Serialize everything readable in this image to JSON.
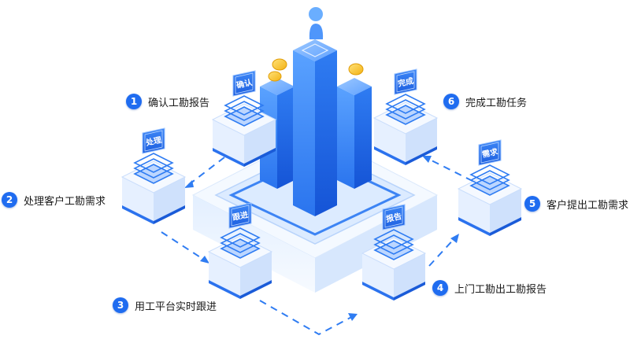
{
  "steps": [
    {
      "number": "1",
      "label": "确认工勘报告"
    },
    {
      "number": "2",
      "label": "处理客户工勘需求"
    },
    {
      "number": "3",
      "label": "用工平台实时跟进"
    },
    {
      "number": "4",
      "label": "上门工勘出工勘报告"
    },
    {
      "number": "5",
      "label": "客户提出工勘需求"
    },
    {
      "number": "6",
      "label": "完成工勘任务"
    }
  ],
  "cards": {
    "confirm": "确认",
    "process": "处理",
    "follow": "跟进",
    "report": "报告",
    "request": "需求",
    "complete": "完成"
  },
  "colors": {
    "primary": "#1f6cf0",
    "light": "#d9e9ff",
    "pale": "#eef5ff",
    "dashed_path": "#2f7cf2"
  }
}
